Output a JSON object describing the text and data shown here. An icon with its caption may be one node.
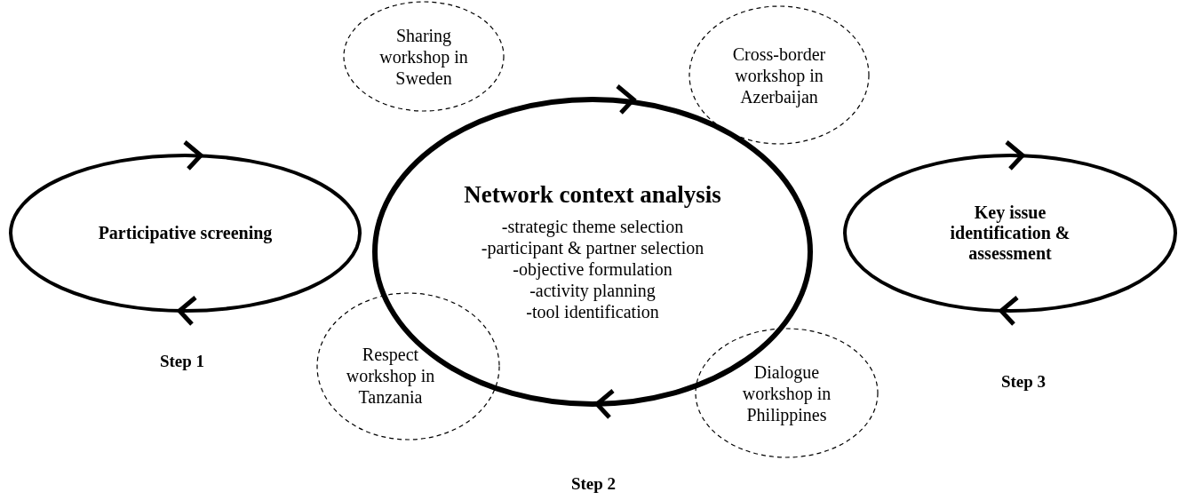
{
  "diagram": {
    "nodes": [
      {
        "text": [
          "Participative screening"
        ],
        "beside": [
          "Step 1"
        ]
      },
      {
        "text": [
          "Network context analysis",
          "-strategic theme selection",
          "-participant & partner selection",
          "-objective formulation",
          "-activity planning",
          "-tool identification"
        ],
        "beside": [
          "Step 2"
        ]
      },
      {
        "text": [
          "Key issue identification & assessment"
        ],
        "beside": [
          "Step 3"
        ]
      },
      {
        "text": [
          "Sharing workshop in Sweden"
        ]
      },
      {
        "text": [
          "Cross-border workshop in Azerbaijan"
        ]
      },
      {
        "text": [
          "Respect workshop in Tanzania"
        ]
      },
      {
        "text": [
          "Dialogue workshop in Philippines"
        ]
      }
    ]
  }
}
